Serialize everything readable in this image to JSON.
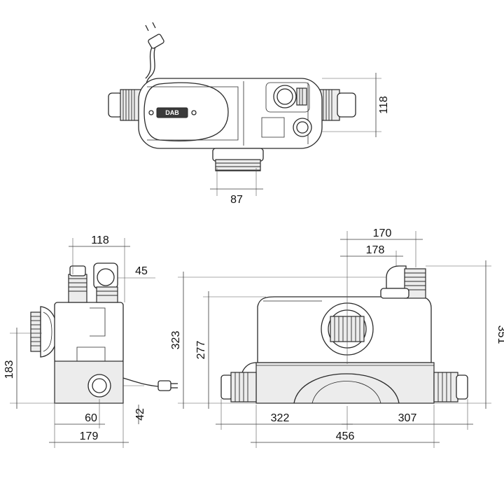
{
  "brand_logo": "DAB",
  "top_view": {
    "dims": {
      "height": "118",
      "outlet_width": "87"
    }
  },
  "side_view": {
    "dims": {
      "width_top": "118",
      "inlet_height": "45",
      "height_183": "183",
      "offset_60": "60",
      "offset_42": "42",
      "depth": "179"
    }
  },
  "front_view": {
    "dims": {
      "width_170": "170",
      "width_178": "178",
      "height_323": "323",
      "height_277": "277",
      "height_351": "351",
      "left_322": "322",
      "right_307": "307",
      "total_456": "456"
    }
  },
  "colors": {
    "line": "#2a2a2a",
    "shade": "#ececec"
  }
}
